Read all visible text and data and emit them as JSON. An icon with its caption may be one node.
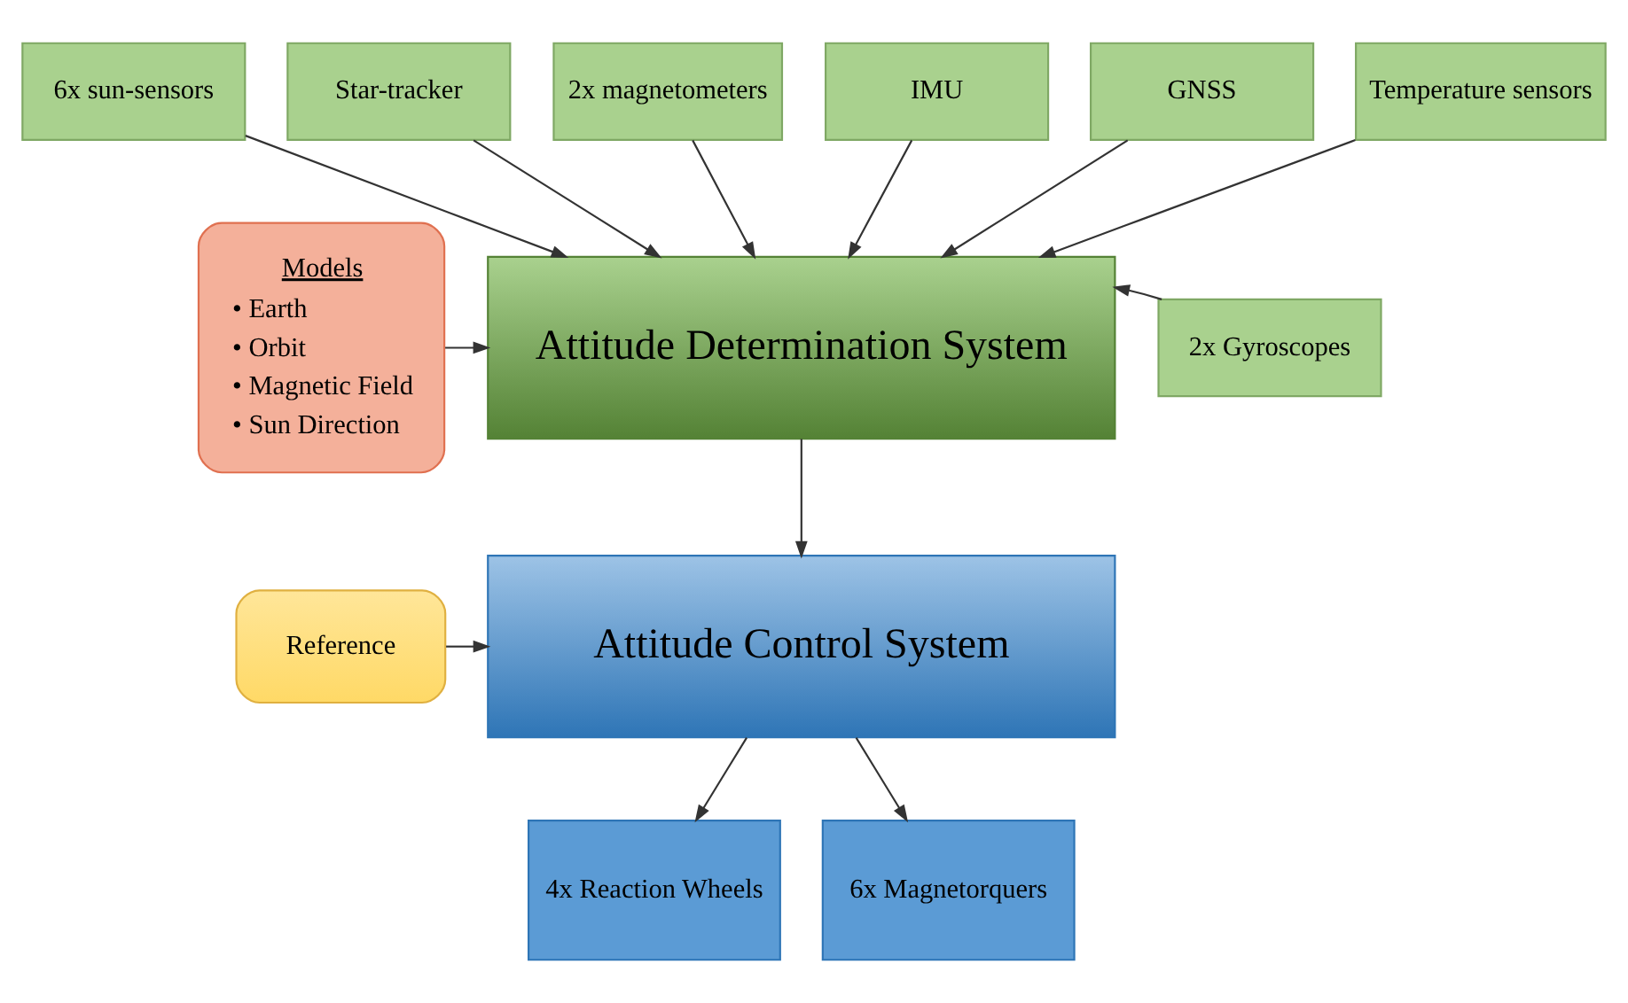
{
  "diagram": {
    "nodes": [
      {
        "text": [
          "6x sun-sensors"
        ]
      },
      {
        "text": [
          "Star-tracker"
        ]
      },
      {
        "text": [
          "2x magnetometers"
        ]
      },
      {
        "text": [
          "IMU"
        ]
      },
      {
        "text": [
          "GNSS"
        ]
      },
      {
        "text": [
          "Temperature sensors"
        ]
      },
      {
        "text": [
          "Models",
          "• Earth",
          "• Orbit",
          "• Magnetic Field",
          "• Sun Direction"
        ]
      },
      {
        "text": [
          "Attitude Determination System"
        ]
      },
      {
        "text": [
          "2x Gyroscopes"
        ]
      },
      {
        "text": [
          "Reference"
        ]
      },
      {
        "text": [
          "Attitude Control System"
        ]
      },
      {
        "text": [
          "4x Reaction Wheels"
        ]
      },
      {
        "text": [
          "6x Magnetorquers"
        ]
      }
    ],
    "edges": [
      {
        "from": 0,
        "to": 7,
        "arrow": "to"
      },
      {
        "from": 1,
        "to": 7,
        "arrow": "to"
      },
      {
        "from": 2,
        "to": 7,
        "arrow": "to"
      },
      {
        "from": 3,
        "to": 7,
        "arrow": "to"
      },
      {
        "from": 4,
        "to": 7,
        "arrow": "to"
      },
      {
        "from": 5,
        "to": 7,
        "arrow": "to"
      },
      {
        "from": 6,
        "to": 7,
        "arrow": "to"
      },
      {
        "from": 8,
        "to": 7,
        "arrow": "to"
      },
      {
        "from": 7,
        "to": 10,
        "arrow": "to"
      },
      {
        "from": 9,
        "to": 10,
        "arrow": "to"
      },
      {
        "from": 10,
        "to": 11,
        "arrow": "to"
      },
      {
        "from": 10,
        "to": 12,
        "arrow": "to"
      }
    ]
  }
}
